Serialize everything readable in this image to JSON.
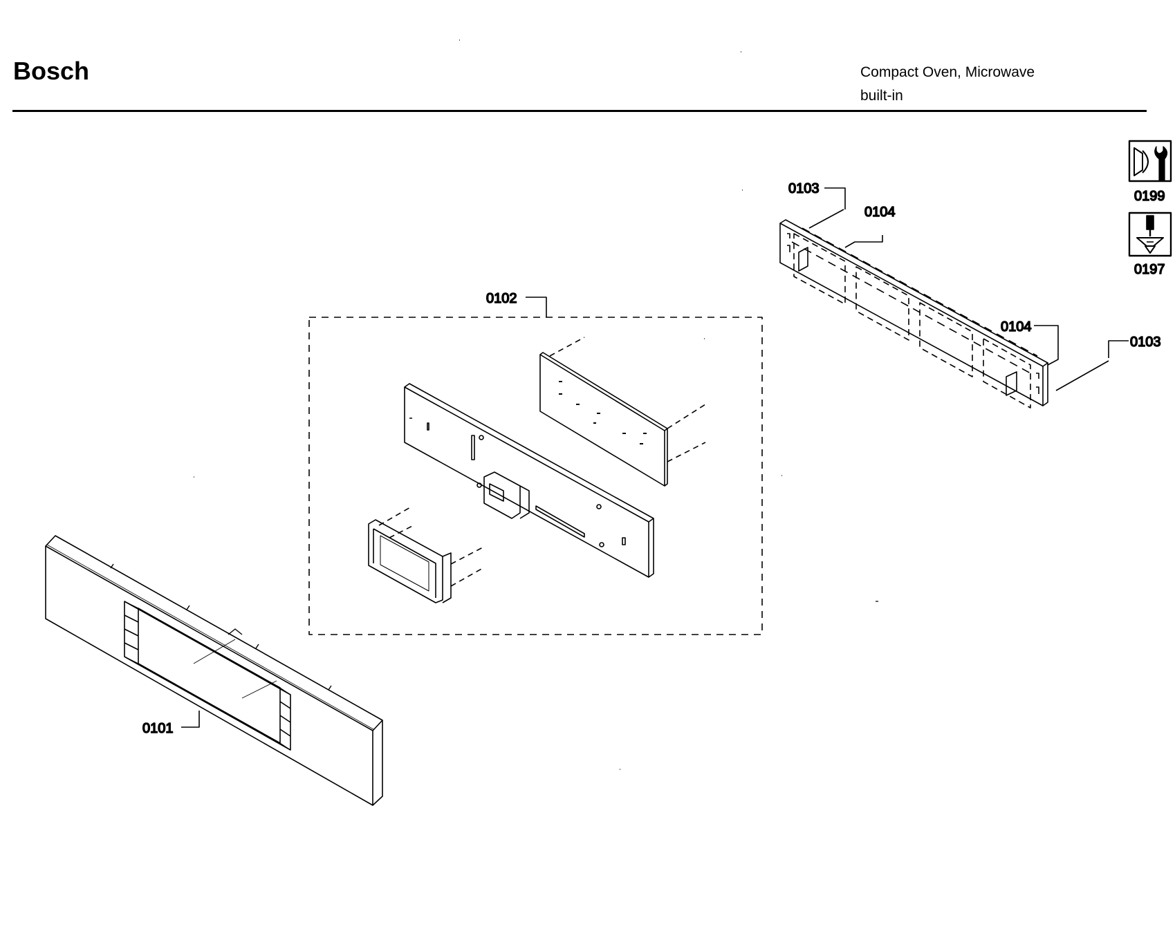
{
  "header": {
    "brand": "Bosch",
    "title_line1": "Compact Oven, Microwave",
    "title_line2": "built-in"
  },
  "tools": [
    {
      "label": "0199",
      "icon": "wrench-socket-icon"
    },
    {
      "label": "0197",
      "icon": "screwdriver-icon"
    }
  ],
  "callouts": {
    "c0101": "0101",
    "c0102": "0102",
    "c0103a": "0103",
    "c0104a": "0104",
    "c0104b": "0104",
    "c0103b": "0103"
  }
}
